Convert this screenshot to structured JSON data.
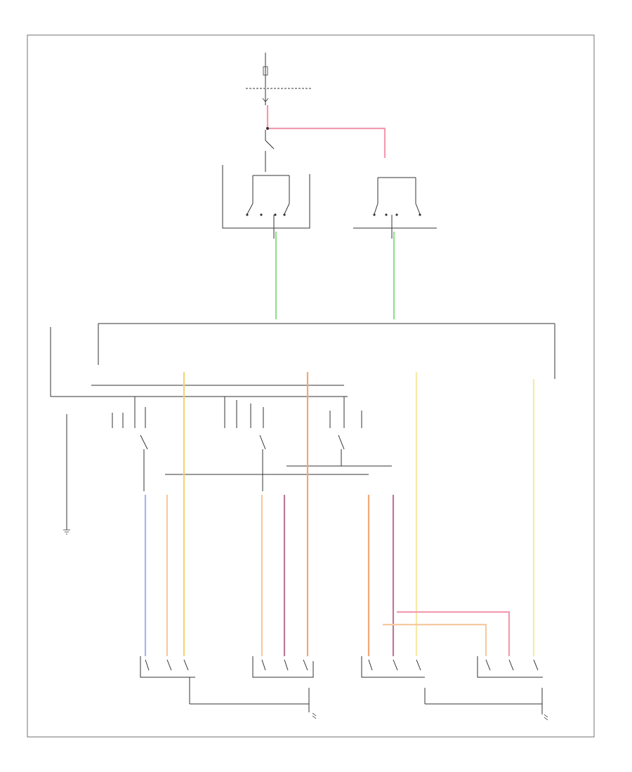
{
  "diagram": {
    "footer_code": "",
    "colors": {
      "pink": "#f29bb0",
      "green": "#8fe08f",
      "yellow": "#f3d276",
      "light_yellow": "#f6eaa6",
      "orange": "#f0a878",
      "peach": "#f6c9a0",
      "violet": "#b77a9a",
      "blue": "#a9b4ee",
      "frame": "#888888",
      "ink": "#333333"
    },
    "icons": [
      "fuse-icon",
      "switch-icon",
      "ground-icon",
      "connector-icon",
      "motor-icon"
    ],
    "components": [
      "power-source",
      "driver-switch",
      "passenger-switch",
      "driver-door-connector",
      "passenger-door-connector",
      "lf-window-motor",
      "lr-window-motor",
      "rf-window-motor",
      "rr-window-motor"
    ]
  }
}
